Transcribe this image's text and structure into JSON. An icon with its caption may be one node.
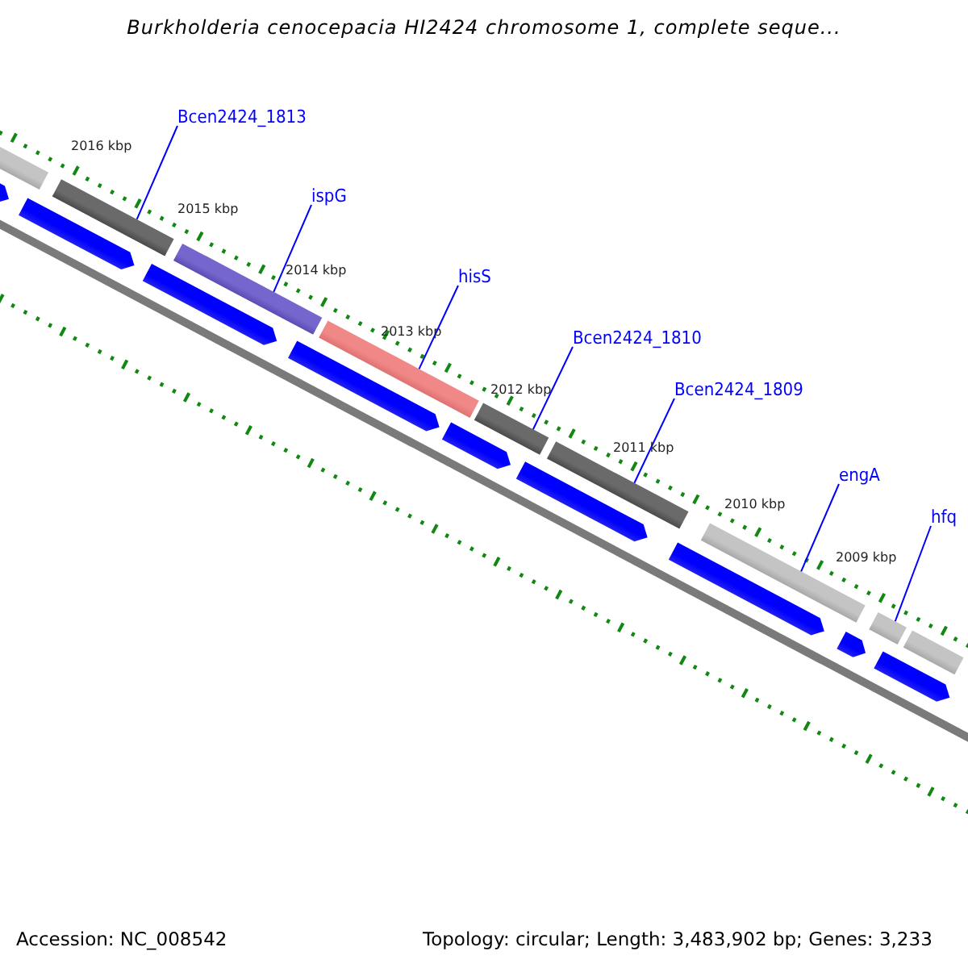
{
  "diagram": {
    "title": "Burkholderia cenocepacia HI2424 chromosome 1, complete seque...",
    "nodes": [
      {
        "text": [
          "Bcen2424_1813"
        ]
      },
      {
        "text": [],
        "shape": "bar"
      },
      {
        "text": [
          "ispG"
        ]
      },
      {
        "text": [],
        "shape": "bar"
      },
      {
        "text": [
          "hisS"
        ]
      },
      {
        "text": [],
        "shape": "bar"
      },
      {
        "text": [
          "Bcen2424_1810"
        ]
      },
      {
        "text": [],
        "shape": "bar"
      },
      {
        "text": [
          "Bcen2424_1809"
        ]
      },
      {
        "text": [],
        "shape": "bar"
      },
      {
        "text": [
          "engA"
        ]
      },
      {
        "text": [],
        "shape": "bar"
      },
      {
        "text": [
          "hfq"
        ]
      },
      {
        "text": [],
        "shape": "bar"
      },
      {
        "text": [],
        "shape": "bar"
      },
      {
        "text": [],
        "shape": "bar"
      },
      {
        "text": [],
        "shape": "arrow"
      },
      {
        "text": [],
        "shape": "arrow"
      },
      {
        "text": [],
        "shape": "arrow"
      },
      {
        "text": [],
        "shape": "arrow"
      },
      {
        "text": [],
        "shape": "arrow"
      },
      {
        "text": [],
        "shape": "arrow"
      },
      {
        "text": [],
        "shape": "arrow"
      },
      {
        "text": [],
        "shape": "arrow"
      },
      {
        "text": [],
        "shape": "arrow"
      }
    ],
    "edges": [
      {
        "from": 0,
        "to": 1,
        "arrow": "none"
      },
      {
        "from": 2,
        "to": 3,
        "arrow": "none"
      },
      {
        "from": 4,
        "to": 5,
        "arrow": "none"
      },
      {
        "from": 6,
        "to": 7,
        "arrow": "none"
      },
      {
        "from": 8,
        "to": 9,
        "arrow": "none"
      },
      {
        "from": 10,
        "to": 11,
        "arrow": "none"
      },
      {
        "from": 12,
        "to": 13,
        "arrow": "none"
      }
    ],
    "labels": [
      "2016 kbp",
      "2015 kbp",
      "2014 kbp",
      "2013 kbp",
      "2012 kbp",
      "2011 kbp",
      "2010 kbp",
      "2009 kbp",
      "Accession: NC_008542",
      "Topology: circular; Length: 3,483,902 bp; Genes: 3,233"
    ]
  }
}
